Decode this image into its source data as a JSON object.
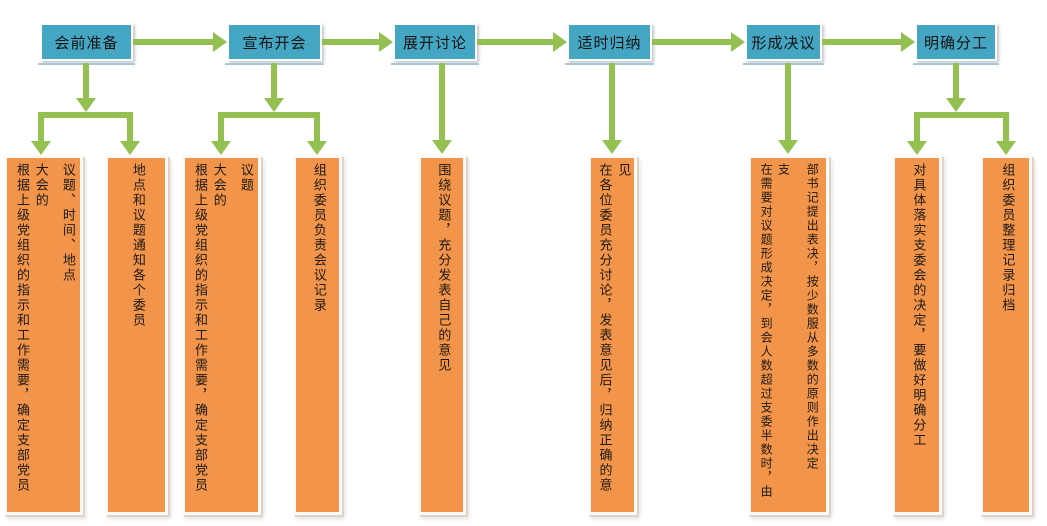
{
  "diagram": {
    "type": "flowchart",
    "colors": {
      "step_fill": "#45A6C3",
      "detail_fill": "#F2944A",
      "arrow_green": "#94C052",
      "box_border": "#FFFFFF",
      "text": "#1D1A16"
    },
    "steps": [
      {
        "label": "会前准备",
        "details": [
          {
            "columns": [
              "根据上级党组织的指示和工作需要，确定支部党员大会的",
              "议题、时间、地点"
            ]
          },
          {
            "columns": [
              "地点和议题通知各个委员"
            ]
          }
        ]
      },
      {
        "label": "宣布开会",
        "details": [
          {
            "columns": [
              "根据上级党组织的指示和工作需要，确定支部党员大会的",
              "议题"
            ]
          },
          {
            "columns": [
              "组织委员负责会议记录"
            ]
          }
        ]
      },
      {
        "label": "展开讨论",
        "details": [
          {
            "columns": [
              "围绕议题，充分发表自己的意见"
            ]
          }
        ]
      },
      {
        "label": "适时归纳",
        "details": [
          {
            "columns": [
              "在各位委员充分讨论，发表意见后，归纳正确的意见"
            ]
          }
        ]
      },
      {
        "label": "形成决议",
        "details": [
          {
            "columns": [
              "在需要对议题形成决定，到会人数超过支委半数时，由支",
              "部书记提出表决，按少数服从多数的原则作出决定"
            ]
          }
        ]
      },
      {
        "label": "明确分工",
        "details": [
          {
            "columns": [
              "对具体落实支委会的决定，要做好明确分工"
            ]
          },
          {
            "columns": [
              "组织委员整理记录归档"
            ]
          }
        ]
      }
    ]
  }
}
